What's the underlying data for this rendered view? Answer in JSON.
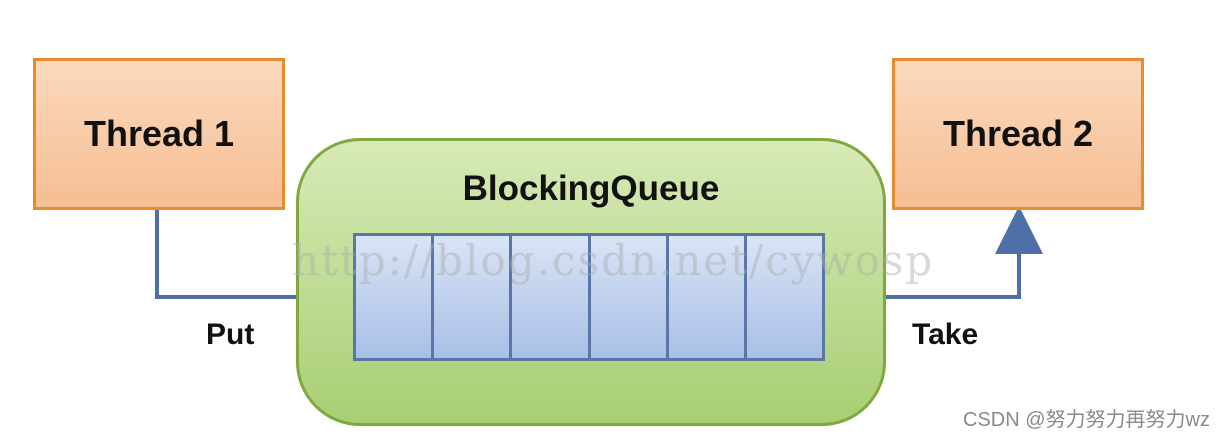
{
  "diagram": {
    "thread_left": "Thread 1",
    "thread_right": "Thread 2",
    "queue_title": "BlockingQueue",
    "put_label": "Put",
    "take_label": "Take",
    "slot_count": 6,
    "watermark": "http://blog.csdn.net/cywosp",
    "footer_credit": "CSDN @努力努力再努力wz"
  },
  "colors": {
    "thread_border": "#e88a2e",
    "queue_border": "#7fa83d",
    "slot_border": "#5b76a6",
    "arrow": "#4f6fa8"
  }
}
